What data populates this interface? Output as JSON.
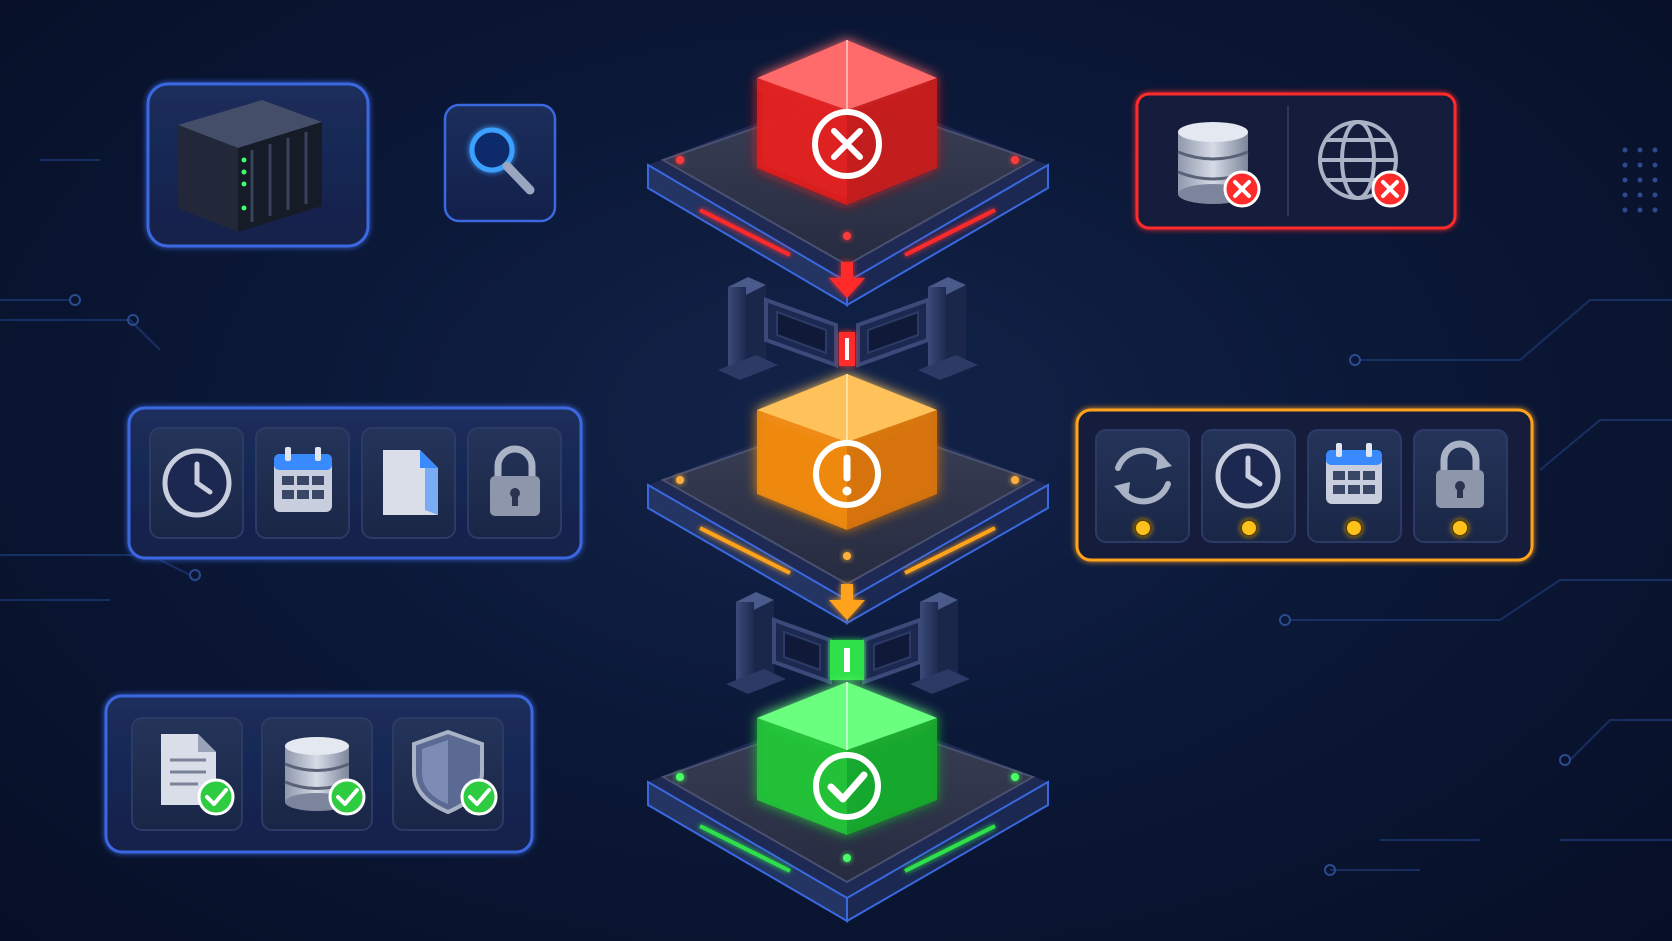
{
  "colors": {
    "background": "#0b1838",
    "panel_blue": "#3a68e0",
    "fail_red": "#ff2b2b",
    "warn_orange": "#ffa21a",
    "pass_green": "#2ee04a",
    "badge_yellow": "#ffc21a"
  },
  "source": {
    "server_icon": "nas-server-icon",
    "inspect_icon": "magnifier-icon"
  },
  "stages": [
    {
      "status": "fail",
      "cube_icon": "x-circle-icon",
      "color": "#ff2b2b",
      "side_panel": [
        "database-icon",
        "globe-icon"
      ],
      "side_badges": [
        "x-badge",
        "x-badge"
      ]
    },
    {
      "status": "warning",
      "cube_icon": "exclamation-circle-icon",
      "color": "#ffa21a",
      "left_panel": [
        "clock-icon",
        "calendar-icon",
        "document-icon",
        "padlock-icon"
      ],
      "right_panel": [
        "refresh-icon",
        "clock-icon",
        "calendar-icon",
        "padlock-icon"
      ],
      "right_badges": [
        "yellow-dot",
        "yellow-dot",
        "yellow-dot",
        "yellow-dot"
      ]
    },
    {
      "status": "pass",
      "cube_icon": "check-circle-icon",
      "color": "#2ee04a",
      "left_panel": [
        "document-icon",
        "database-icon",
        "shield-icon"
      ],
      "left_badges": [
        "check-badge",
        "check-badge",
        "check-badge"
      ]
    }
  ],
  "gates": [
    {
      "between": "fail-warning",
      "indicator_color": "#ff2b2b"
    },
    {
      "between": "warning-pass",
      "indicator_color": "#2ee04a"
    }
  ]
}
